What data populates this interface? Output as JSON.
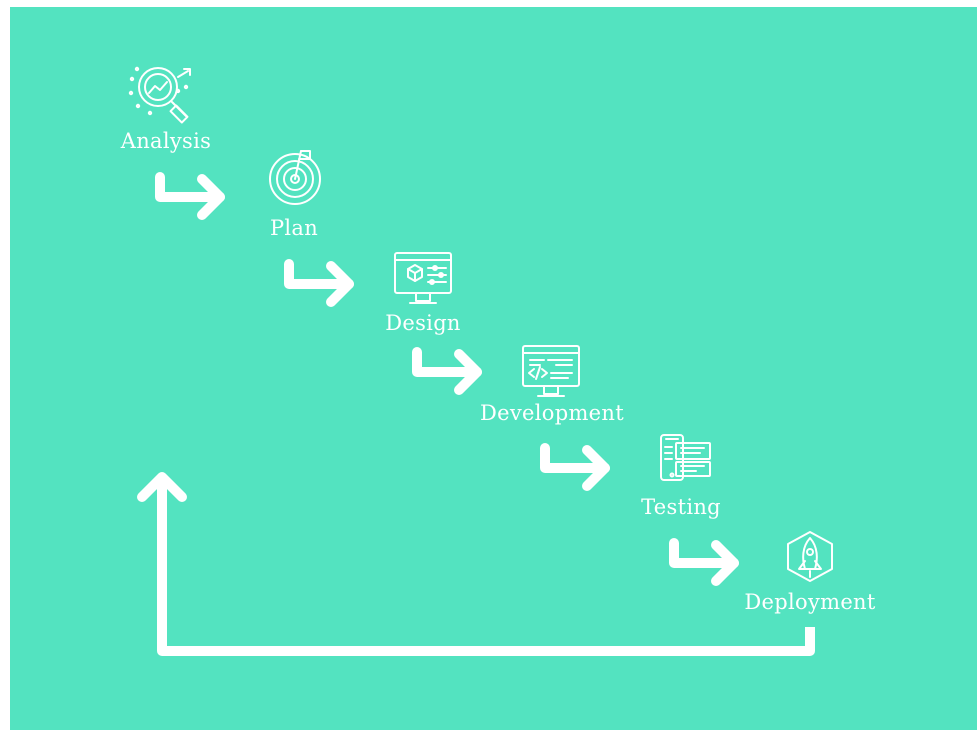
{
  "diagram": {
    "background_color": "#53e3c0",
    "foreground_color": "#ffffff",
    "steps": [
      {
        "label": "Analysis",
        "icon": "magnifier-chart-icon"
      },
      {
        "label": "Plan",
        "icon": "target-flag-icon"
      },
      {
        "label": "Design",
        "icon": "monitor-design-icon"
      },
      {
        "label": "Development",
        "icon": "monitor-code-icon"
      },
      {
        "label": "Testing",
        "icon": "testing-devices-icon"
      },
      {
        "label": "Deployment",
        "icon": "rocket-hexagon-icon"
      }
    ]
  }
}
